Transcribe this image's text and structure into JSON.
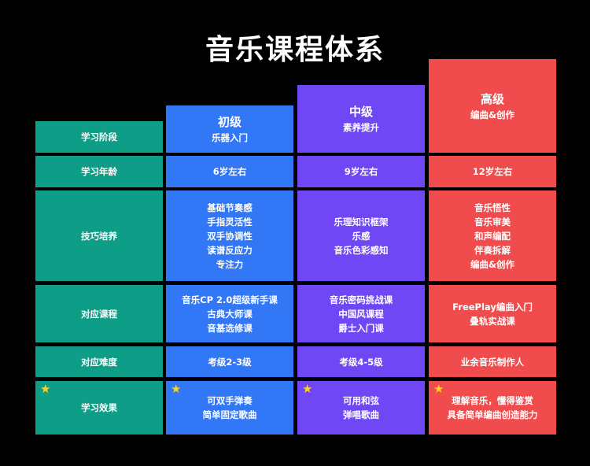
{
  "title": "音乐课程体系",
  "colors": {
    "row_label": "#0e9d86",
    "beginner": "#3277f5",
    "intermediate": "#6f47f4",
    "advanced": "#f04c4d",
    "star": "#ffd21f"
  },
  "star_icon": "star-icon",
  "levels": [
    {
      "name": "初级",
      "subtitle": "乐器入门"
    },
    {
      "name": "中级",
      "subtitle": "素养提升"
    },
    {
      "name": "高级",
      "subtitle": "编曲&创作"
    }
  ],
  "rows": [
    {
      "label": "学习阶段"
    },
    {
      "label": "学习年龄",
      "cells": [
        [
          "6岁左右"
        ],
        [
          "9岁左右"
        ],
        [
          "12岁左右"
        ]
      ]
    },
    {
      "label": "技巧培养",
      "cells": [
        [
          "基础节奏感",
          "手指灵活性",
          "双手协调性",
          "读谱反应力",
          "专注力"
        ],
        [
          "乐理知识框架",
          "乐感",
          "音乐色彩感知"
        ],
        [
          "音乐悟性",
          "音乐审美",
          "和声编配",
          "伴奏拆解",
          "编曲&创作"
        ]
      ]
    },
    {
      "label": "对应课程",
      "cells": [
        [
          "音乐CP 2.0超级新手课",
          "古典大师课",
          "音基选修课"
        ],
        [
          "音乐密码挑战课",
          "中国风课程",
          "爵士入门课"
        ],
        [
          "FreePlay编曲入门",
          "叠轨实战课"
        ]
      ]
    },
    {
      "label": "对应难度",
      "cells": [
        [
          "考级2-3级"
        ],
        [
          "考级4-5级"
        ],
        [
          "业余音乐制作人"
        ]
      ]
    },
    {
      "label": "学习效果",
      "cells": [
        [
          "可双手弹奏",
          "简单固定歌曲"
        ],
        [
          "可用和弦",
          "弹唱歌曲"
        ],
        [
          "理解音乐，懂得鉴赏",
          "具备简单编曲创造能力"
        ]
      ]
    }
  ]
}
